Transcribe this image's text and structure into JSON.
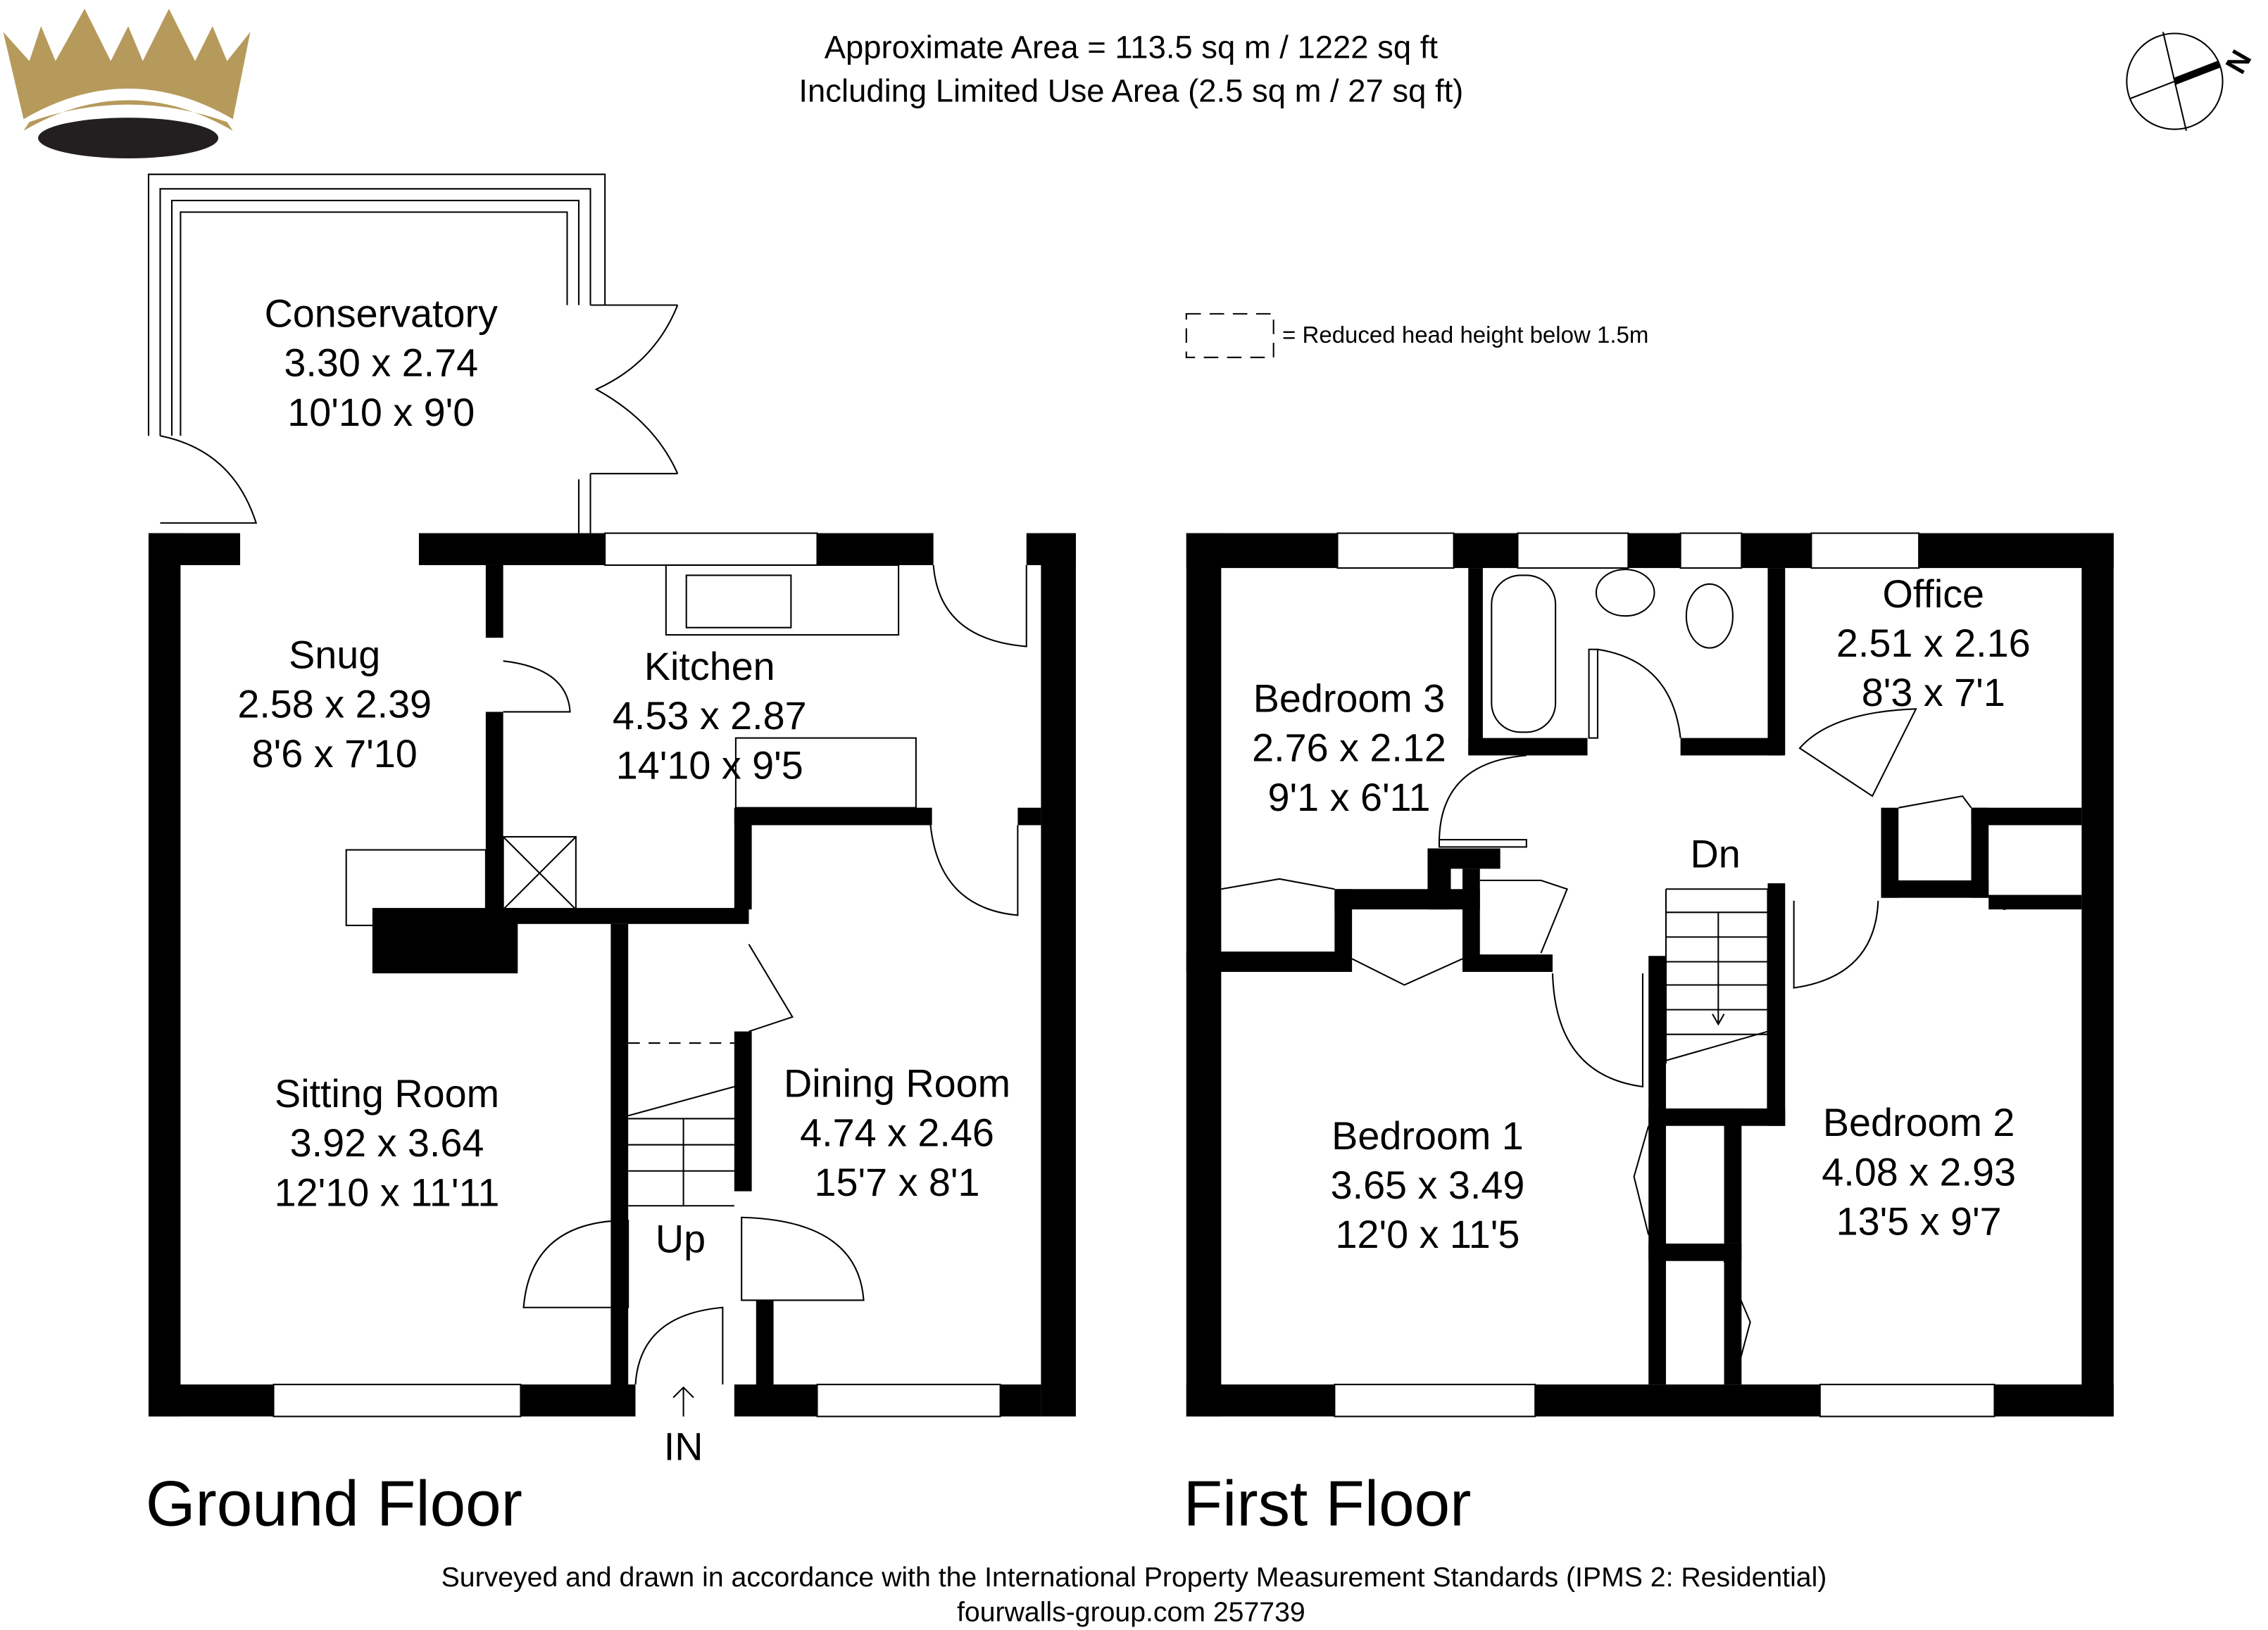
{
  "header": {
    "area_line1": "Approximate  Area = 113.5 sq m / 1222 sq ft",
    "area_line2": "Including Limited Use Area (2.5 sq m / 27 sq ft)"
  },
  "legend": {
    "text": "= Reduced head height below 1.5m"
  },
  "compass": {
    "label": "N"
  },
  "colors": {
    "logo_gold": "#b69a5b",
    "logo_dark": "#231f20",
    "wall": "#000000"
  },
  "ground_floor": {
    "title": "Ground Floor",
    "rooms": [
      {
        "name": "Conservatory",
        "metric": "3.30 x 2.74",
        "imperial": "10'10 x 9'0"
      },
      {
        "name": "Snug",
        "metric": "2.58 x 2.39",
        "imperial": "8'6 x 7'10"
      },
      {
        "name": "Kitchen",
        "metric": "4.53 x 2.87",
        "imperial": "14'10 x 9'5"
      },
      {
        "name": "Sitting Room",
        "metric": "3.92 x 3.64",
        "imperial": "12'10 x 11'11"
      },
      {
        "name": "Dining Room",
        "metric": "4.74 x 2.46",
        "imperial": "15'7 x 8'1"
      }
    ],
    "stairs_label": "Up",
    "entrance_label": "IN"
  },
  "first_floor": {
    "title": "First Floor",
    "rooms": [
      {
        "name": "Bedroom 3",
        "metric": "2.76 x 2.12",
        "imperial": "9'1 x 6'11"
      },
      {
        "name": "Office",
        "metric": "2.51 x 2.16",
        "imperial": "8'3 x 7'1"
      },
      {
        "name": "Bedroom 1",
        "metric": "3.65 x 3.49",
        "imperial": "12'0 x 11'5"
      },
      {
        "name": "Bedroom 2",
        "metric": "4.08 x 2.93",
        "imperial": "13'5 x 9'7"
      }
    ],
    "stairs_label": "Dn"
  },
  "footer": {
    "line1": "Surveyed and drawn in accordance with the International Property Measurement Standards (IPMS 2: Residential)",
    "line2": "fourwalls-group.com 257739"
  }
}
